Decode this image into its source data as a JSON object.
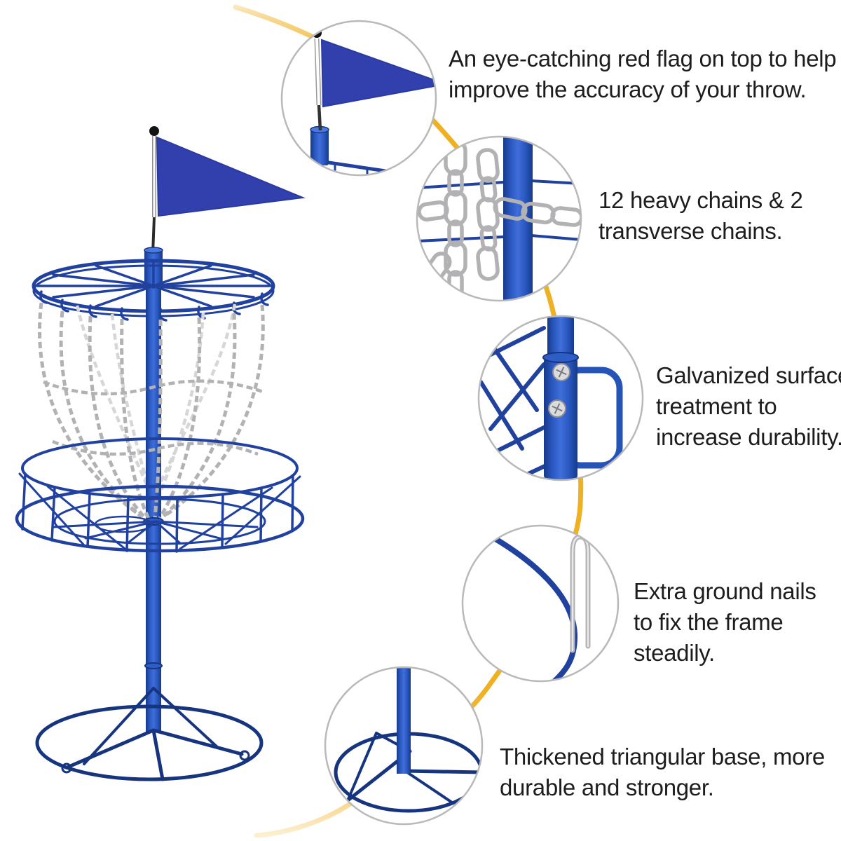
{
  "diagram": {
    "background": "#ffffff",
    "subject": "disc golf practice basket feature diagram",
    "callouts": [
      {
        "id": "flag",
        "icon": "flag-closeup-icon",
        "text": "An eye-catching red flag on top to help improve the accuracy of your throw.",
        "lines": [
          "An eye-catching red flag on top to help",
          "improve the accuracy of your throw."
        ]
      },
      {
        "id": "chains",
        "icon": "chains-closeup-icon",
        "text": "12 heavy chains & 2 transverse chains.",
        "lines": [
          "12 heavy chains & 2",
          "transverse chains."
        ]
      },
      {
        "id": "galvanized",
        "icon": "pole-bolts-closeup-icon",
        "text": "Galvanized surface treatment to increase durability.",
        "lines": [
          "Galvanized surface",
          "treatment to",
          "increase durability."
        ]
      },
      {
        "id": "ground-nails",
        "icon": "ground-nail-closeup-icon",
        "text": "Extra ground nails to fix the frame steadily.",
        "lines": [
          "Extra ground nails",
          "to fix the frame",
          "steadily."
        ]
      },
      {
        "id": "base",
        "icon": "triangular-base-closeup-icon",
        "text": "Thickened triangular base, more durable and stronger.",
        "lines": [
          "Thickened triangular base, more",
          "durable and stronger."
        ]
      }
    ],
    "colors": {
      "flag_blue": "#3140ad",
      "frame_blue": "#2553b8",
      "wire_blue": "#21419f",
      "base_navy": "#16357e",
      "chain_silver": "#b2b2b5",
      "chain_light": "#d6d6d8",
      "accent_arc": "#efb022",
      "callout_border": "#b9b9b9",
      "text": "#1d1d1d",
      "background": "#ffffff"
    }
  }
}
